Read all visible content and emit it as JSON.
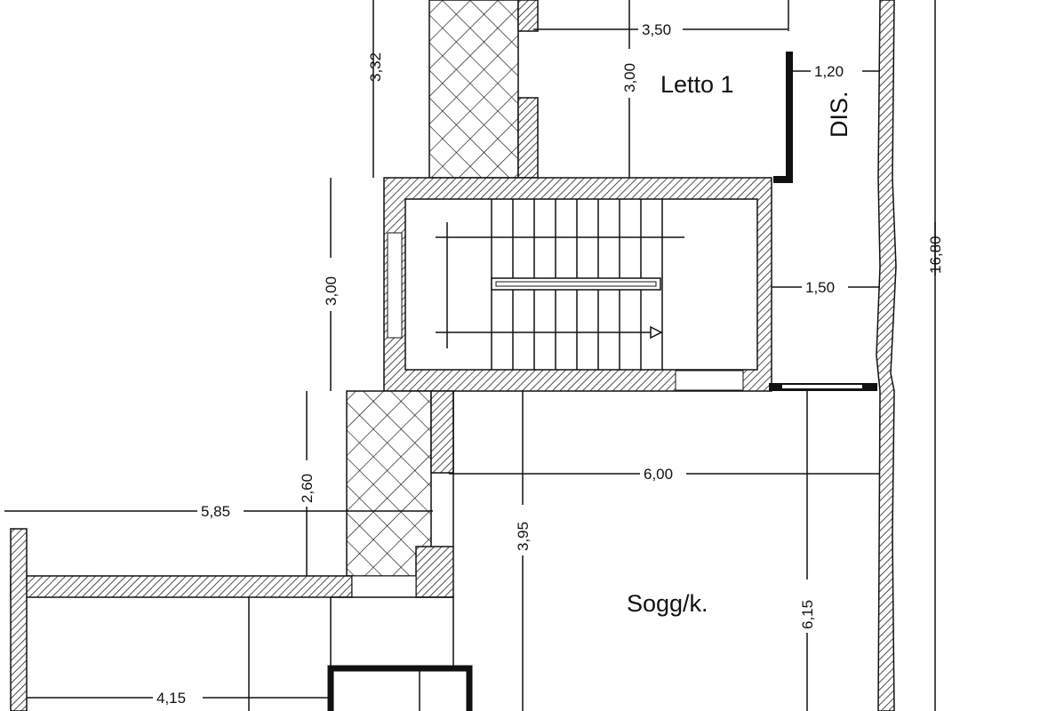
{
  "rooms": {
    "letto": "Letto 1",
    "dis": "DIS.",
    "sogg": "Sogg/k."
  },
  "dimensions": {
    "letto_width": "3,50",
    "letto_depth": "3,00",
    "dis_width": "1,20",
    "upper_left": "3,32",
    "stair_height": "3,00",
    "stair_to_wall": "1,50",
    "total_height": "16,80",
    "sogg_width": "6,00",
    "lower_left": "2,60",
    "left_span": "5,85",
    "sogg_upper": "3,95",
    "sogg_depth": "6,15",
    "bottom_left": "4,15"
  }
}
